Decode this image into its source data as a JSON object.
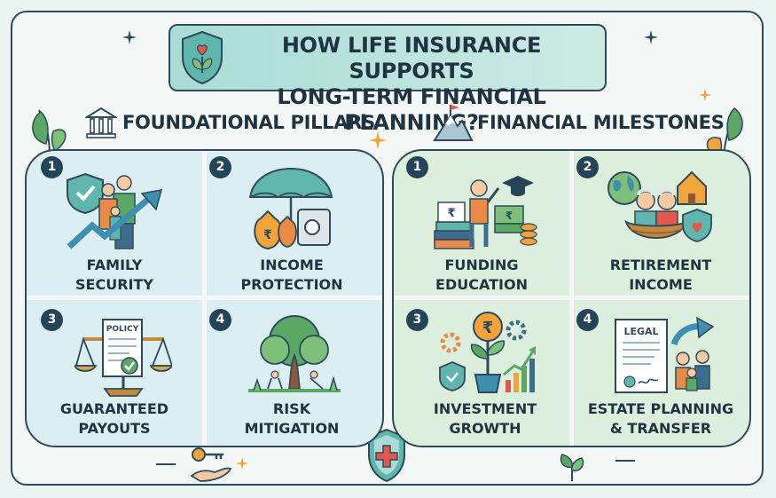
{
  "title": {
    "line1": "HOW LIFE INSURANCE SUPPORTS",
    "line2": "LONG-TERM FINANCIAL PLANNING?"
  },
  "sections": {
    "left": {
      "title": "FOUNDATIONAL PILLARS",
      "cards": [
        {
          "number": "1",
          "line1": "FAMILY",
          "line2": "SECURITY"
        },
        {
          "number": "2",
          "line1": "INCOME",
          "line2": "PROTECTION"
        },
        {
          "number": "3",
          "line1": "GUARANTEED",
          "line2": "PAYOUTS"
        },
        {
          "number": "4",
          "line1": "RISK",
          "line2": "MITIGATION"
        }
      ]
    },
    "right": {
      "title": "FINANCIAL MILESTONES",
      "cards": [
        {
          "number": "1",
          "line1": "FUNDING",
          "line2": "EDUCATION"
        },
        {
          "number": "2",
          "line1": "RETIREMENT",
          "line2": "INCOME"
        },
        {
          "number": "3",
          "line1": "INVESTMENT",
          "line2": "GROWTH"
        },
        {
          "number": "4",
          "line1": "ESTATE PLANNING",
          "line2": "& TRANSFER"
        }
      ]
    }
  },
  "icon_text": {
    "rupee": "₹",
    "policy": "POLICY",
    "legal": "LEGAL"
  },
  "colors": {
    "ink": "#1f3340",
    "border": "#2f4a5c",
    "left_panel": "#dbeef2",
    "right_panel": "#dcefdd",
    "badge": "#24445a"
  }
}
